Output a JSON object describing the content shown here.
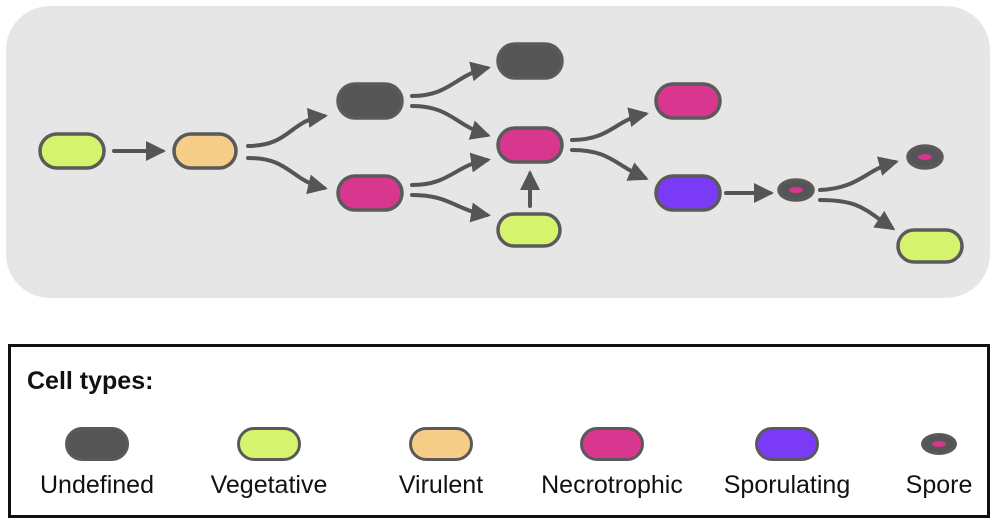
{
  "colors": {
    "panel": "#e6e6e6",
    "outline": "#5a5a5a",
    "arrow": "#555555",
    "undefined": "#555555",
    "vegetative": "#d6f36e",
    "virulent": "#f6cd87",
    "necrotrophic": "#d9368f",
    "sporulating": "#7b3af6",
    "spore_core": "#d9368f"
  },
  "legend": {
    "title": "Cell types:",
    "items": [
      {
        "key": "undefined",
        "label": "Undefined",
        "shape": "pill"
      },
      {
        "key": "vegetative",
        "label": "Vegetative",
        "shape": "pill"
      },
      {
        "key": "virulent",
        "label": "Virulent",
        "shape": "pill"
      },
      {
        "key": "necrotrophic",
        "label": "Necrotrophic",
        "shape": "pill"
      },
      {
        "key": "sporulating",
        "label": "Sporulating",
        "shape": "pill"
      },
      {
        "key": "spore",
        "label": "Spore",
        "shape": "spore"
      }
    ]
  }
}
